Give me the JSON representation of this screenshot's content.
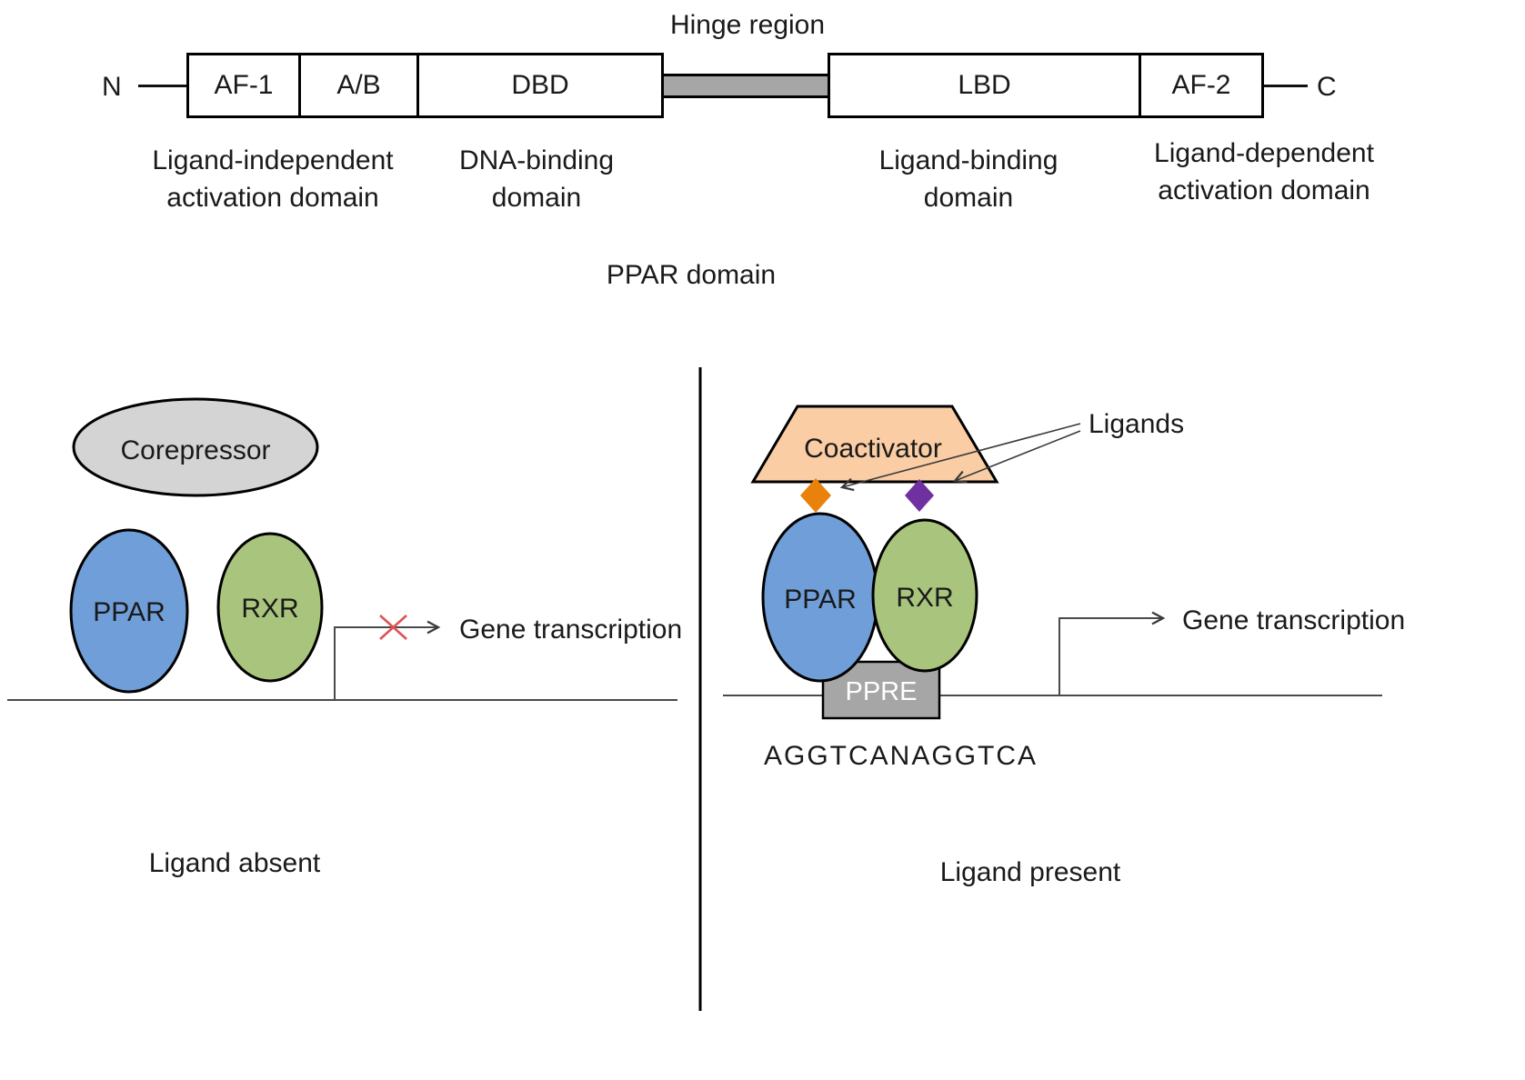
{
  "domain_map": {
    "hinge_label": "Hinge region",
    "n_terminus": "N",
    "c_terminus": "C",
    "segment_af1": "AF-1",
    "segment_ab": "A/B",
    "segment_dbd": "DBD",
    "segment_lbd": "LBD",
    "segment_af2": "AF-2",
    "caption_af1_line1": "Ligand-independent",
    "caption_af1_line2": "activation domain",
    "caption_dbd_line1": "DNA-binding",
    "caption_dbd_line2": "domain",
    "caption_lbd_line1": "Ligand-binding",
    "caption_lbd_line2": "domain",
    "caption_af2_line1": "Ligand-dependent",
    "caption_af2_line2": "activation domain",
    "title": "PPAR domain"
  },
  "ligand_absent_panel": {
    "corepressor_label": "Corepressor",
    "ppar_label": "PPAR",
    "rxr_label": "RXR",
    "gene_transcription_label": "Gene transcription",
    "caption": "Ligand absent"
  },
  "ligand_present_panel": {
    "coactivator_label": "Coactivator",
    "ligands_label": "Ligands",
    "ppar_label": "PPAR",
    "rxr_label": "RXR",
    "ppre_label": "PPRE",
    "gene_transcription_label": "Gene transcription",
    "response_element_sequence": "AGGTCANAGGTCA",
    "caption": "Ligand present"
  },
  "colors": {
    "ppar_fill": "#6f9ed8",
    "rxr_fill": "#a9c57d",
    "corepressor_fill": "#d4d4d4",
    "coactivator_fill": "#facda4",
    "ppre_fill": "#a6a6a6",
    "hinge_fill": "#a6a6a6",
    "ligand_orange": "#e8820a",
    "ligand_purple": "#7030a0",
    "blocked_cross_red": "#e05252",
    "line_gray": "#4a4a4a",
    "outline_black": "#000000"
  }
}
